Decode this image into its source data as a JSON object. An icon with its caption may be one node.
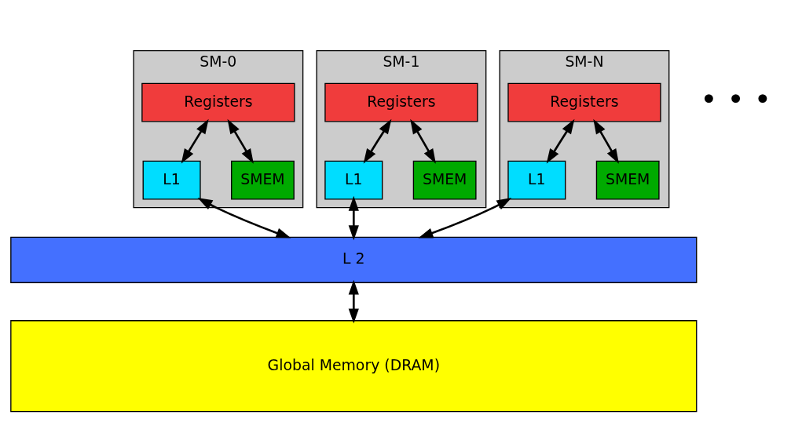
{
  "diagram": {
    "nodes": [
      {
        "text": [
          "SM-0"
        ]
      },
      {
        "text": [
          "Registers"
        ],
        "in": 0
      },
      {
        "text": [
          "L1"
        ],
        "in": 0
      },
      {
        "text": [
          "SMEM"
        ],
        "in": 0
      },
      {
        "text": [
          "SM-1"
        ]
      },
      {
        "text": [
          "Registers"
        ],
        "in": 4
      },
      {
        "text": [
          "L1"
        ],
        "in": 4
      },
      {
        "text": [
          "SMEM"
        ],
        "in": 4
      },
      {
        "text": [
          "SM-N"
        ]
      },
      {
        "text": [
          "Registers"
        ],
        "in": 8
      },
      {
        "text": [
          "L1"
        ],
        "in": 8
      },
      {
        "text": [
          "SMEM"
        ],
        "in": 8
      },
      {
        "text": [
          "L 2"
        ]
      },
      {
        "text": [
          "Global Memory (DRAM)"
        ]
      }
    ],
    "edges": [
      {
        "from": 1,
        "to": 2,
        "arrow": "both"
      },
      {
        "from": 1,
        "to": 3,
        "arrow": "both"
      },
      {
        "from": 5,
        "to": 6,
        "arrow": "both"
      },
      {
        "from": 5,
        "to": 7,
        "arrow": "both"
      },
      {
        "from": 9,
        "to": 10,
        "arrow": "both"
      },
      {
        "from": 9,
        "to": 11,
        "arrow": "both"
      },
      {
        "from": 2,
        "to": 12,
        "arrow": "both"
      },
      {
        "from": 6,
        "to": 12,
        "arrow": "both"
      },
      {
        "from": 10,
        "to": 12,
        "arrow": "both"
      },
      {
        "from": 12,
        "to": 13,
        "arrow": "both"
      }
    ],
    "labels": [
      "• • •"
    ]
  }
}
